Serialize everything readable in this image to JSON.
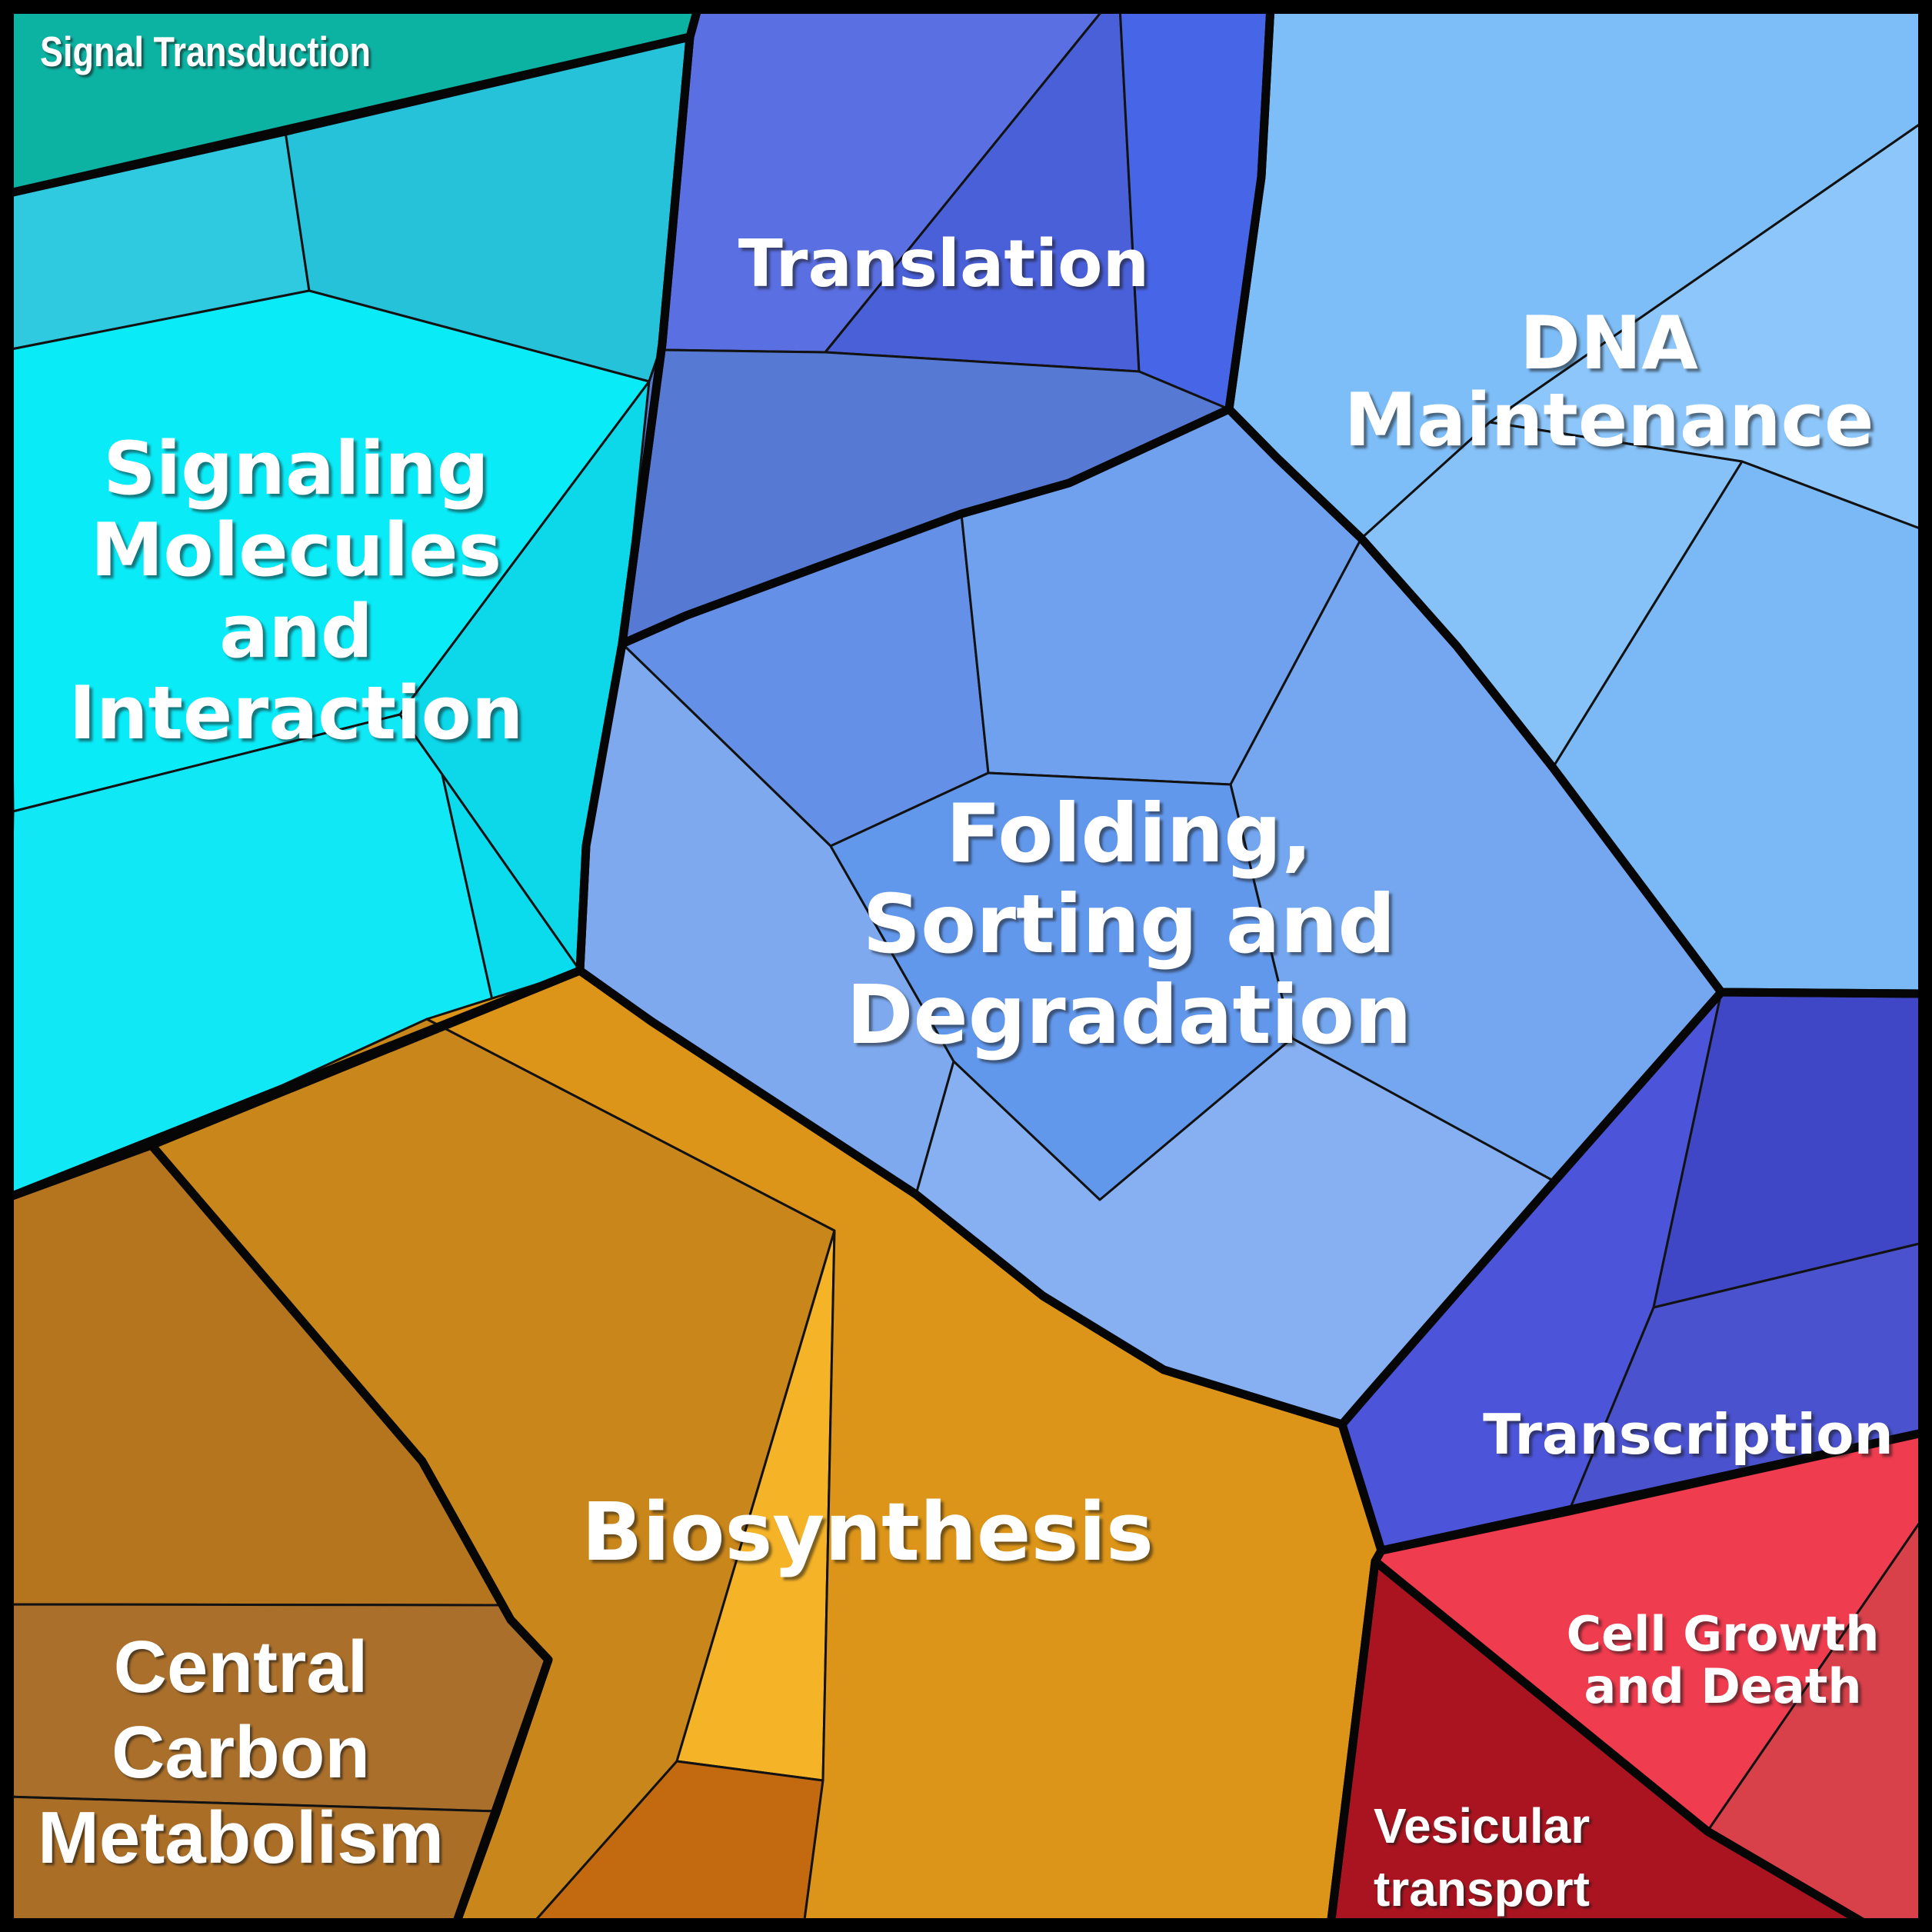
{
  "chart_data": {
    "type": "treemap",
    "variant": "voronoi-treemap",
    "title": "",
    "legend": "none",
    "grid": false,
    "regions": [
      {
        "name": "Signal Transduction",
        "share_pct": 2.0,
        "color": "#0CB2A2"
      },
      {
        "name": "Signaling Molecules and Interaction",
        "share_pct": 16.3,
        "color": "#0AEBF8"
      },
      {
        "name": "Translation",
        "share_pct": 8.2,
        "color": "#5A6FE1"
      },
      {
        "name": "DNA Maintenance",
        "share_pct": 14.2,
        "color": "#7EBEF8"
      },
      {
        "name": "Folding, Sorting and Degradation",
        "share_pct": 16.9,
        "color": "#6FA3F2"
      },
      {
        "name": "Transcription",
        "share_pct": 5.7,
        "color": "#4C55DA"
      },
      {
        "name": "Biosynthesis",
        "share_pct": 21.6,
        "color": "#DC9518"
      },
      {
        "name": "Central Carbon Metabolism",
        "share_pct": 8.4,
        "color": "#A96F2B"
      },
      {
        "name": "Cell Growth and Death",
        "share_pct": 4.2,
        "color": "#F03C4F"
      },
      {
        "name": "Vesicular transport",
        "share_pct": 2.5,
        "color": "#AA1420"
      }
    ]
  },
  "labels": {
    "signal_transduction": "Signal Transduction",
    "signaling_l1": "Signaling",
    "signaling_l2": "Molecules",
    "signaling_l3": "and",
    "signaling_l4": "Interaction",
    "translation": "Translation",
    "dna_l1": "DNA",
    "dna_l2": "Maintenance",
    "folding_l1": "Folding,",
    "folding_l2": "Sorting and",
    "folding_l3": "Degradation",
    "transcription": "Transcription",
    "biosynthesis": "Biosynthesis",
    "ccm_l1": "Central",
    "ccm_l2": "Carbon",
    "ccm_l3": "Metabolism",
    "cgd_l1": "Cell Growth",
    "cgd_l2": "and Death",
    "vesicular_l1": "Vesicular",
    "vesicular_l2": "transport"
  },
  "palette": {
    "text": "#FFFFFF",
    "border": "#000000",
    "teal_st": "#0CB2A2",
    "cy1": "#2FC9E0",
    "cy2": "#25C2D9",
    "cy3": "#0AEBF8",
    "cy4": "#0CD8EA",
    "cy5a": "#10E8F6",
    "cy5b": "#0ADCEE",
    "t1a": "#5A6FE1",
    "t1b": "#4A60D9",
    "t1c": "#4765E7",
    "t2": "#567AD3",
    "d1": "#7EBEF8",
    "d2": "#8DC6FA",
    "d3": "#7AB9F6",
    "d4": "#86C1F8",
    "f_nw": "#6590E7",
    "f_n": "#6FA1EE",
    "f_e": "#74A7EF",
    "f_w": "#7EA9EF",
    "f_c": "#6298EC",
    "f_s": "#86B0F2",
    "tr1": "#4C55DA",
    "tr2": "#3F47C6",
    "tr3": "#4A52CE",
    "b_main": "#DC9518",
    "b_left": "#C9861B",
    "b_wedge": "#F5B327",
    "b_bl": "#C3690F",
    "ccm_top": "#B5751E",
    "ccm_mid": "#A96F2B",
    "ccm_bot": "#AA6E27",
    "cg1": "#F03C4F",
    "cg2": "#D8404A",
    "vs": "#AA1420"
  }
}
